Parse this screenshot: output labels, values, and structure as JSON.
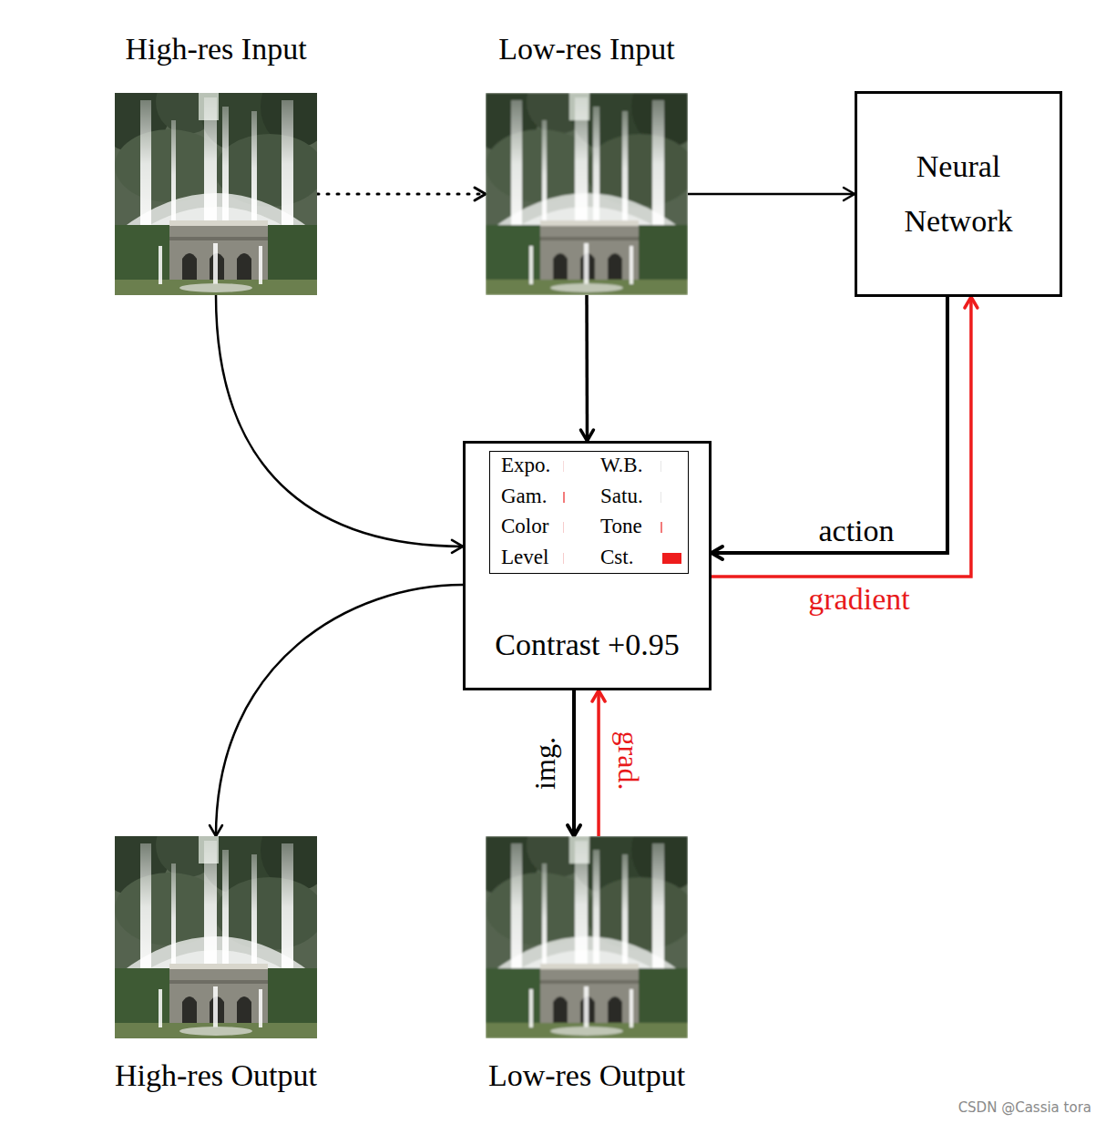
{
  "diagram": {
    "nodes": [
      {
        "text": [
          "High-res Input"
        ]
      },
      {
        "text": [
          "Low-res Input"
        ]
      },
      {
        "text": [
          "Neural Network"
        ]
      },
      {
        "text": [
          "Contrast +0.95"
        ]
      },
      {
        "text": [
          "Expo.",
          "W.B.",
          "Gam.",
          "Satu.",
          "Color",
          "Tone",
          "Level",
          "Cst."
        ],
        "in": 3
      },
      {
        "text": [
          "High-res Output"
        ]
      },
      {
        "text": [
          "Low-res Output"
        ]
      }
    ],
    "edges": [
      {
        "from": 0,
        "to": 1,
        "arrow": "to"
      },
      {
        "from": 1,
        "to": 2,
        "arrow": "to"
      },
      {
        "from": 1,
        "to": 3,
        "arrow": "to"
      },
      {
        "from": 0,
        "to": 3,
        "arrow": "to"
      },
      {
        "from": 3,
        "to": 5,
        "arrow": "to"
      },
      {
        "from": 2,
        "to": 3,
        "label": "action",
        "arrow": "to"
      },
      {
        "from": 3,
        "to": 2,
        "label": "gradient",
        "arrow": "to"
      },
      {
        "from": 3,
        "to": 6,
        "label": "img.",
        "arrow": "to"
      },
      {
        "from": 6,
        "to": 3,
        "label": "grad.",
        "arrow": "to"
      }
    ],
    "labels": [
      "CSDN @Cassia tora"
    ]
  }
}
